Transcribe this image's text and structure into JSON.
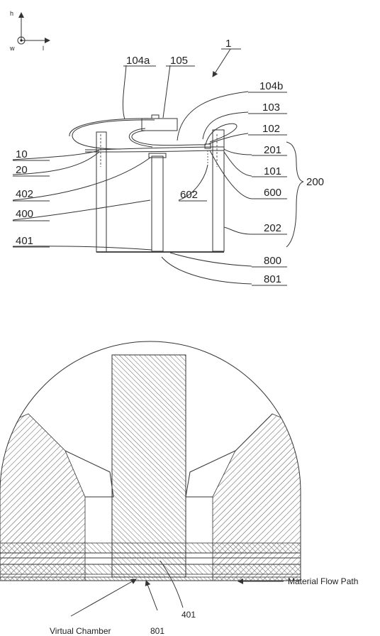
{
  "axes": {
    "up": "h",
    "right": "l",
    "out_of_page": "w"
  },
  "labels": {
    "assembly": "1",
    "l_104a": "104a",
    "l_105": "105",
    "l_104b": "104b",
    "l_103": "103",
    "l_102": "102",
    "l_10": "10",
    "l_201": "201",
    "l_20": "20",
    "l_101": "101",
    "l_200": "200",
    "l_402": "402",
    "l_602": "602",
    "l_600": "600",
    "l_400": "400",
    "l_202": "202",
    "l_401": "401",
    "l_800": "800",
    "l_801": "801"
  },
  "detail": {
    "flow_path": "Material Flow Path",
    "virtual_chamber": "Virtual Chamber",
    "l_401": "401",
    "l_801": "801"
  }
}
